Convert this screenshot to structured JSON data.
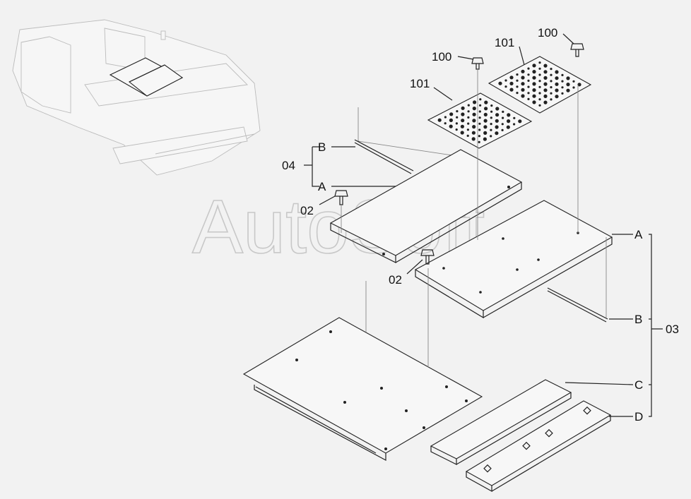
{
  "watermark": "AutoSoft",
  "labels": {
    "top_b": "B",
    "top_a": "A",
    "group_04": "04",
    "bolt_02_left": "02",
    "bolt_02_right": "02",
    "bolt_100_left": "100",
    "bolt_100_right": "100",
    "mat_101_left": "101",
    "mat_101_right": "101",
    "right_a": "A",
    "right_b": "B",
    "right_c": "C",
    "right_d": "D",
    "group_03": "03"
  },
  "colors": {
    "background": "#f2f2f2",
    "line": "#222222",
    "watermark": "#c8c8c8"
  }
}
